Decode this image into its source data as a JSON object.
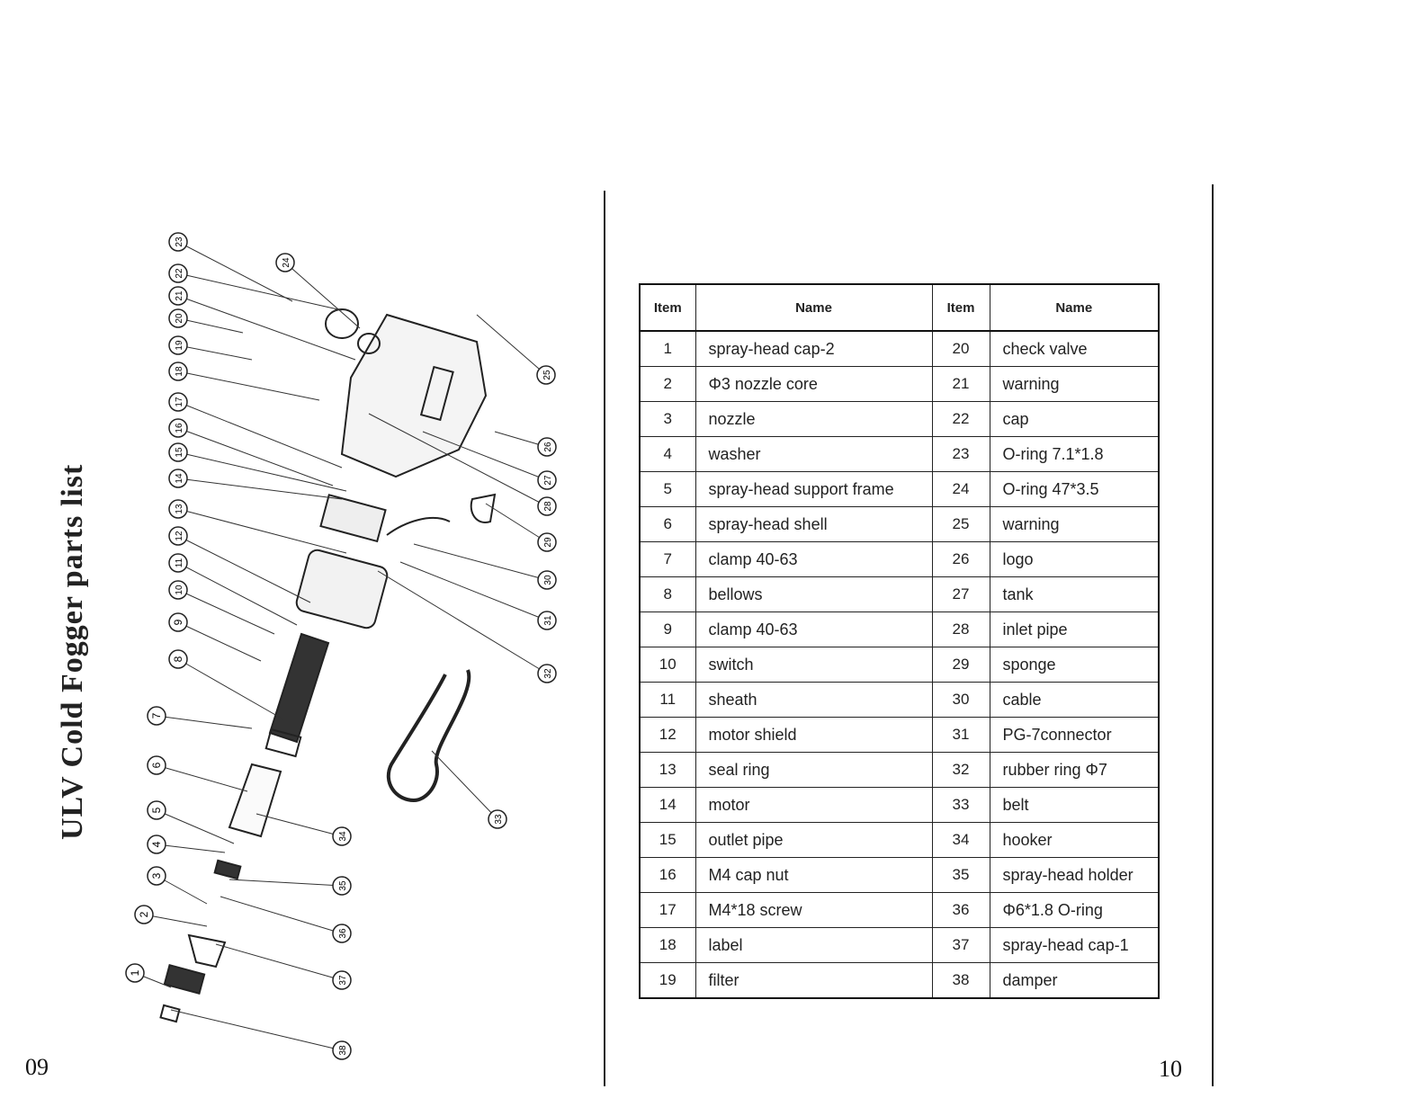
{
  "left_page": {
    "title": "ULV Cold Fogger parts list",
    "page_number": "09"
  },
  "right_page": {
    "page_number": "10"
  },
  "diagram": {
    "callouts": [
      "1",
      "2",
      "3",
      "4",
      "5",
      "6",
      "7",
      "8",
      "9",
      "10",
      "11",
      "12",
      "13",
      "14",
      "15",
      "16",
      "17",
      "18",
      "19",
      "20",
      "21",
      "22",
      "23",
      "24",
      "25",
      "26",
      "27",
      "28",
      "29",
      "30",
      "31",
      "32",
      "33",
      "34",
      "35",
      "36",
      "37",
      "38"
    ]
  },
  "parts_table": {
    "headers": [
      "Item",
      "Name",
      "Item",
      "Name"
    ],
    "rows": [
      {
        "item_a": "1",
        "name_a": "spray-head cap-2",
        "item_b": "20",
        "name_b": "check valve"
      },
      {
        "item_a": "2",
        "name_a": "Φ3 nozzle core",
        "item_b": "21",
        "name_b": "warning"
      },
      {
        "item_a": "3",
        "name_a": "nozzle",
        "item_b": "22",
        "name_b": "cap"
      },
      {
        "item_a": "4",
        "name_a": "washer",
        "item_b": "23",
        "name_b": "O-ring 7.1*1.8"
      },
      {
        "item_a": "5",
        "name_a": "spray-head support frame",
        "item_b": "24",
        "name_b": "O-ring 47*3.5"
      },
      {
        "item_a": "6",
        "name_a": "spray-head shell",
        "item_b": "25",
        "name_b": "warning"
      },
      {
        "item_a": "7",
        "name_a": "clamp 40-63",
        "item_b": "26",
        "name_b": "logo"
      },
      {
        "item_a": "8",
        "name_a": "bellows",
        "item_b": "27",
        "name_b": "tank"
      },
      {
        "item_a": "9",
        "name_a": "clamp 40-63",
        "item_b": "28",
        "name_b": "inlet pipe"
      },
      {
        "item_a": "10",
        "name_a": "switch",
        "item_b": "29",
        "name_b": "sponge"
      },
      {
        "item_a": "11",
        "name_a": "sheath",
        "item_b": "30",
        "name_b": "cable"
      },
      {
        "item_a": "12",
        "name_a": "motor shield",
        "item_b": "31",
        "name_b": "PG-7connector"
      },
      {
        "item_a": "13",
        "name_a": "seal ring",
        "item_b": "32",
        "name_b": "rubber ring Φ7"
      },
      {
        "item_a": "14",
        "name_a": "motor",
        "item_b": "33",
        "name_b": "belt"
      },
      {
        "item_a": "15",
        "name_a": "outlet pipe",
        "item_b": "34",
        "name_b": "hooker"
      },
      {
        "item_a": "16",
        "name_a": "M4 cap nut",
        "item_b": "35",
        "name_b": "spray-head holder"
      },
      {
        "item_a": "17",
        "name_a": "M4*18 screw",
        "item_b": "36",
        "name_b": "Φ6*1.8 O-ring"
      },
      {
        "item_a": "18",
        "name_a": "label",
        "item_b": "37",
        "name_b": "spray-head cap-1"
      },
      {
        "item_a": "19",
        "name_a": "filter",
        "item_b": "38",
        "name_b": "damper"
      }
    ]
  }
}
